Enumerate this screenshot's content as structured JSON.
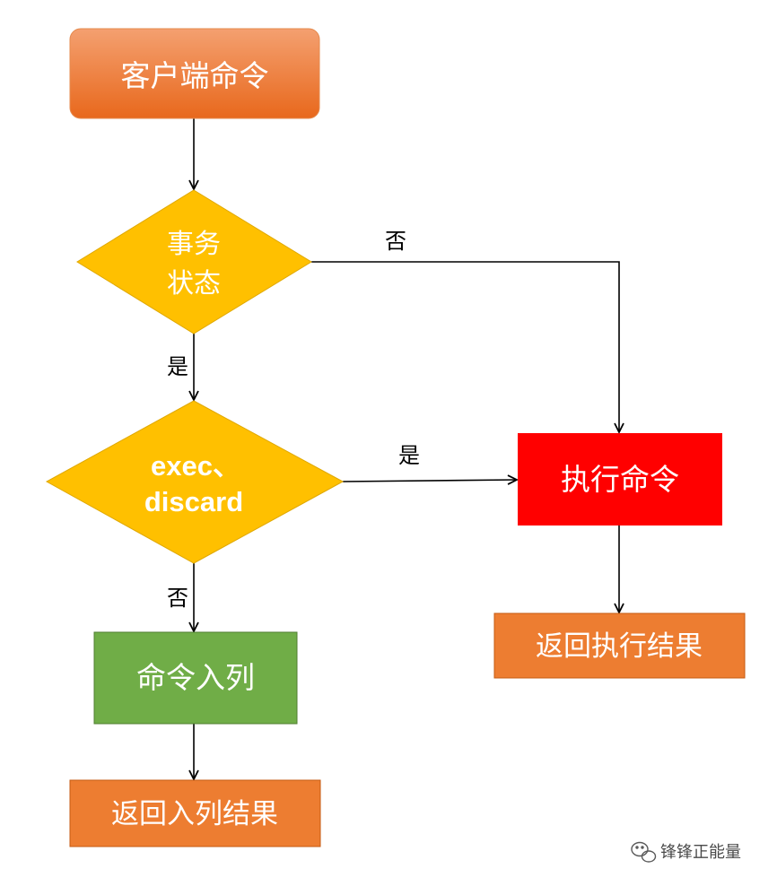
{
  "nodes": {
    "client_command": "客户端命令",
    "tx_state_line1": "事务",
    "tx_state_line2": "状态",
    "exec_discard_line1": "exec、",
    "exec_discard_line2": "discard",
    "execute_command": "执行命令",
    "return_exec_result": "返回执行结果",
    "enqueue_command": "命令入列",
    "return_enqueue_result": "返回入列结果"
  },
  "edge_labels": {
    "tx_no": "否",
    "tx_yes": "是",
    "exec_yes": "是",
    "exec_no": "否"
  },
  "watermark": "锋锋正能量",
  "colors": {
    "orange_top": "#f08a4b",
    "orange_bottom": "#e36c0a",
    "diamond": "#ffc000",
    "red": "#ff0000",
    "green": "#70ad47",
    "orange_box": "#ed7d31",
    "line": "#000000"
  }
}
